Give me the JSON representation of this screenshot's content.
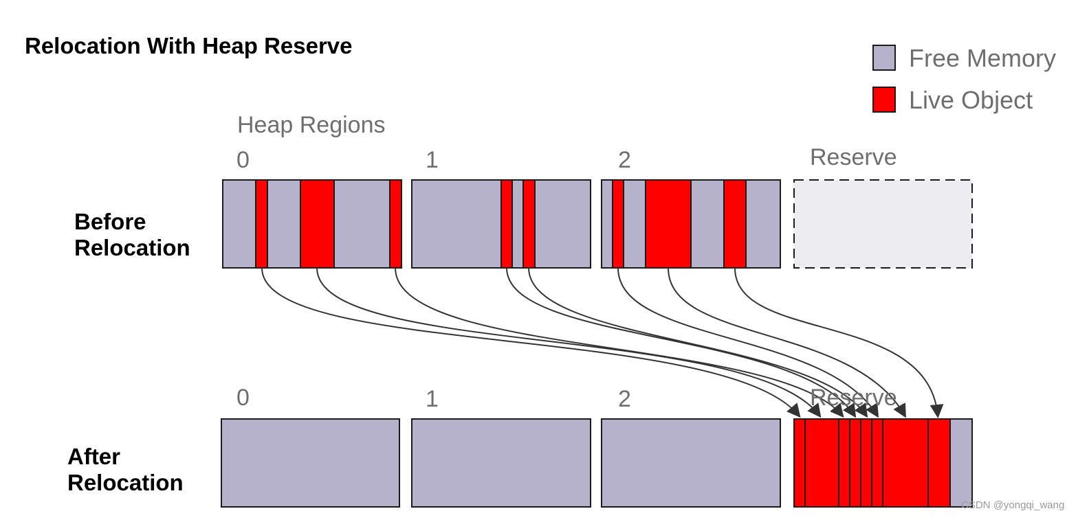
{
  "title": "Relocation With Heap Reserve",
  "legend": {
    "free_label": "Free Memory",
    "live_label": "Live Object",
    "free_color": "#b6b2cb",
    "live_color": "#ff0000"
  },
  "heap_regions_label": "Heap Regions",
  "rows": {
    "before_line1": "Before",
    "before_line2": "Relocation",
    "after_line1": "After",
    "after_line2": "Relocation"
  },
  "region_labels": [
    "0",
    "1",
    "2"
  ],
  "reserve_label": "Reserve",
  "watermark": "CSDN @yongqi_wang"
}
